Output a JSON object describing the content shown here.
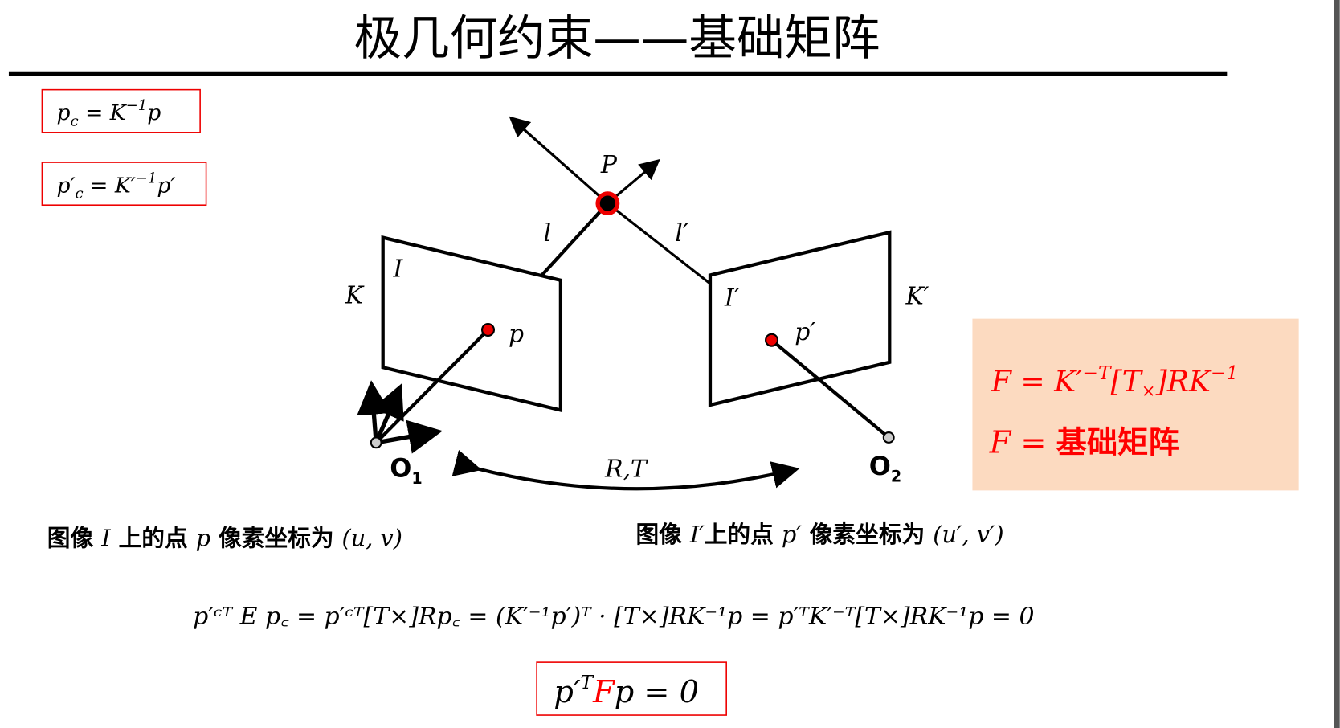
{
  "title": "极几何约束——基础矩阵",
  "formulas": {
    "pc": {
      "lhs": "p",
      "sub": "c",
      "eq": " = K",
      "sup": "−1",
      "rhs": "p"
    },
    "pc_prime": {
      "lhs": "p′",
      "sub": "c",
      "eq": " = K′",
      "sup": "−1",
      "rhs": "p′"
    }
  },
  "diagram": {
    "P": "P",
    "l": "l",
    "l_prime": "l′",
    "I": "I",
    "K": "K",
    "p": "p",
    "I_prime": "I′",
    "K_prime": "K′",
    "p_prime": "p′",
    "O1": "O",
    "O1_sub": "1",
    "O2": "O",
    "O2_sub": "2",
    "RT": "R,T"
  },
  "fbox": {
    "line1_a": "F = K′",
    "line1_sup": "−T",
    "line1_b": "[T",
    "line1_sub": "×",
    "line1_c": "]RK",
    "line1_sup2": "−1",
    "line2_a": "F = ",
    "line2_b": "基础矩阵",
    "bg": "#fcdac0",
    "color": "#ff0000"
  },
  "captions": {
    "left": {
      "a": "图像 ",
      "b": "I",
      "c": " 上的点 ",
      "d": "p",
      "e": " 像素坐标为 ",
      "f": "(u, v)"
    },
    "right": {
      "a": "图像 ",
      "b": "I′",
      "c": "上的点 ",
      "d": "p′",
      "e": " 像素坐标为 ",
      "f": "(u′, v′)"
    }
  },
  "derivation": "p′ᶜᵀ E p꜀ = p′ᶜᵀ[T×]Rp꜀ = (K′⁻¹p′)ᵀ · [T×]RK⁻¹p = p′ᵀK′⁻ᵀ[T×]RK⁻¹p = 0",
  "result": {
    "a": "p′",
    "sup": "T",
    "F": "F",
    "b": "p = 0"
  }
}
